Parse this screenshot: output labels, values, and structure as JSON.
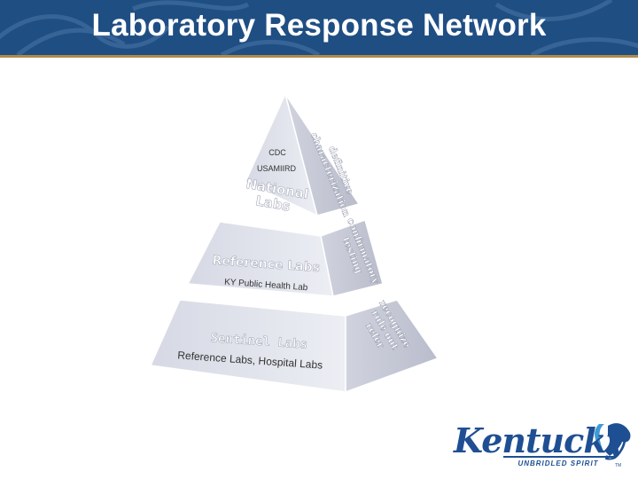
{
  "slide": {
    "title": "Laboratory Response Network"
  },
  "pyramid": {
    "tiers": [
      {
        "name": "National Labs",
        "name_line1": "National",
        "name_line2": "Labs",
        "members": [
          "CDC",
          "USAMIIRD"
        ],
        "side_label_lines": [
          "definitive",
          "characterization"
        ]
      },
      {
        "name": "Reference Labs",
        "members": [
          "KY Public Health Lab"
        ],
        "side_label_lines": [
          "confirmatory",
          "testing"
        ]
      },
      {
        "name": "Sentinel Labs",
        "members": [
          "Reference Labs, Hospital Labs"
        ],
        "side_label_lines": [
          "recognize",
          "rule out",
          "refer"
        ]
      }
    ]
  },
  "logo": {
    "wordmark": "Kentucky",
    "tagline": "UNBRIDLED SPIRIT",
    "trademark": "TM"
  },
  "colors": {
    "header": "#1f4e83",
    "accent_rule": "#b08a4a",
    "pyramid_face": "#e4e6ef",
    "pyramid_side": "#c3c6d3",
    "tier_label": "#ffffff",
    "logo_blue": "#1f4f93"
  }
}
